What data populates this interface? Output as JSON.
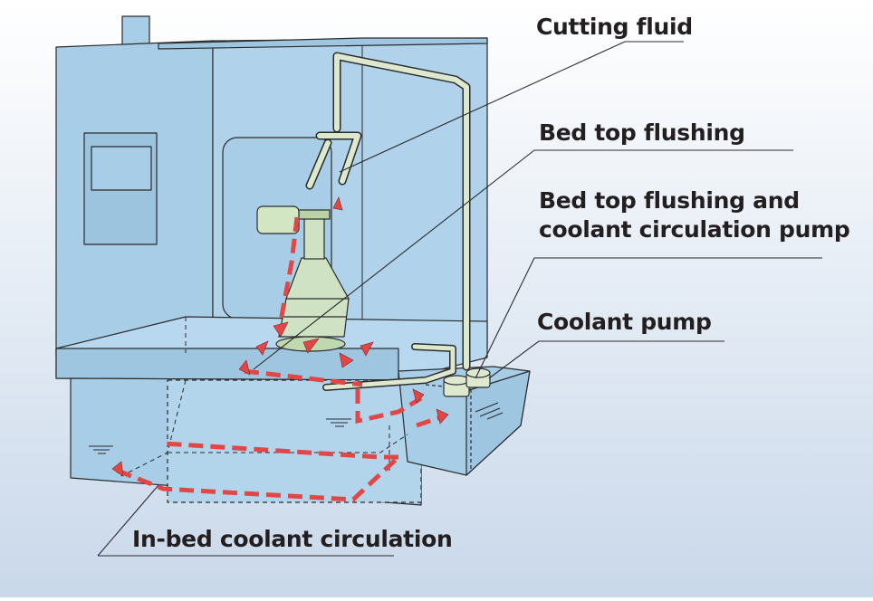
{
  "labels": {
    "cutting_fluid": "Cutting fluid",
    "bed_top_flushing": "Bed top flushing",
    "bed_top_pump_line1": "Bed top flushing and",
    "bed_top_pump_line2": "coolant circulation pump",
    "coolant_pump": "Coolant pump",
    "in_bed_circulation": "In-bed coolant circulation"
  },
  "colors": {
    "background_top": "#ffffff",
    "background_bottom": "#c9d8ea",
    "machine_body": "#a8cde6",
    "machine_outline": "#2b2b2b",
    "pipe": "#dde9cf",
    "flow_arrow": "#e04848",
    "tank_water": "#bddcee"
  },
  "icons": [
    "flow-arrow",
    "coolant-pipe",
    "spindle",
    "pump"
  ]
}
